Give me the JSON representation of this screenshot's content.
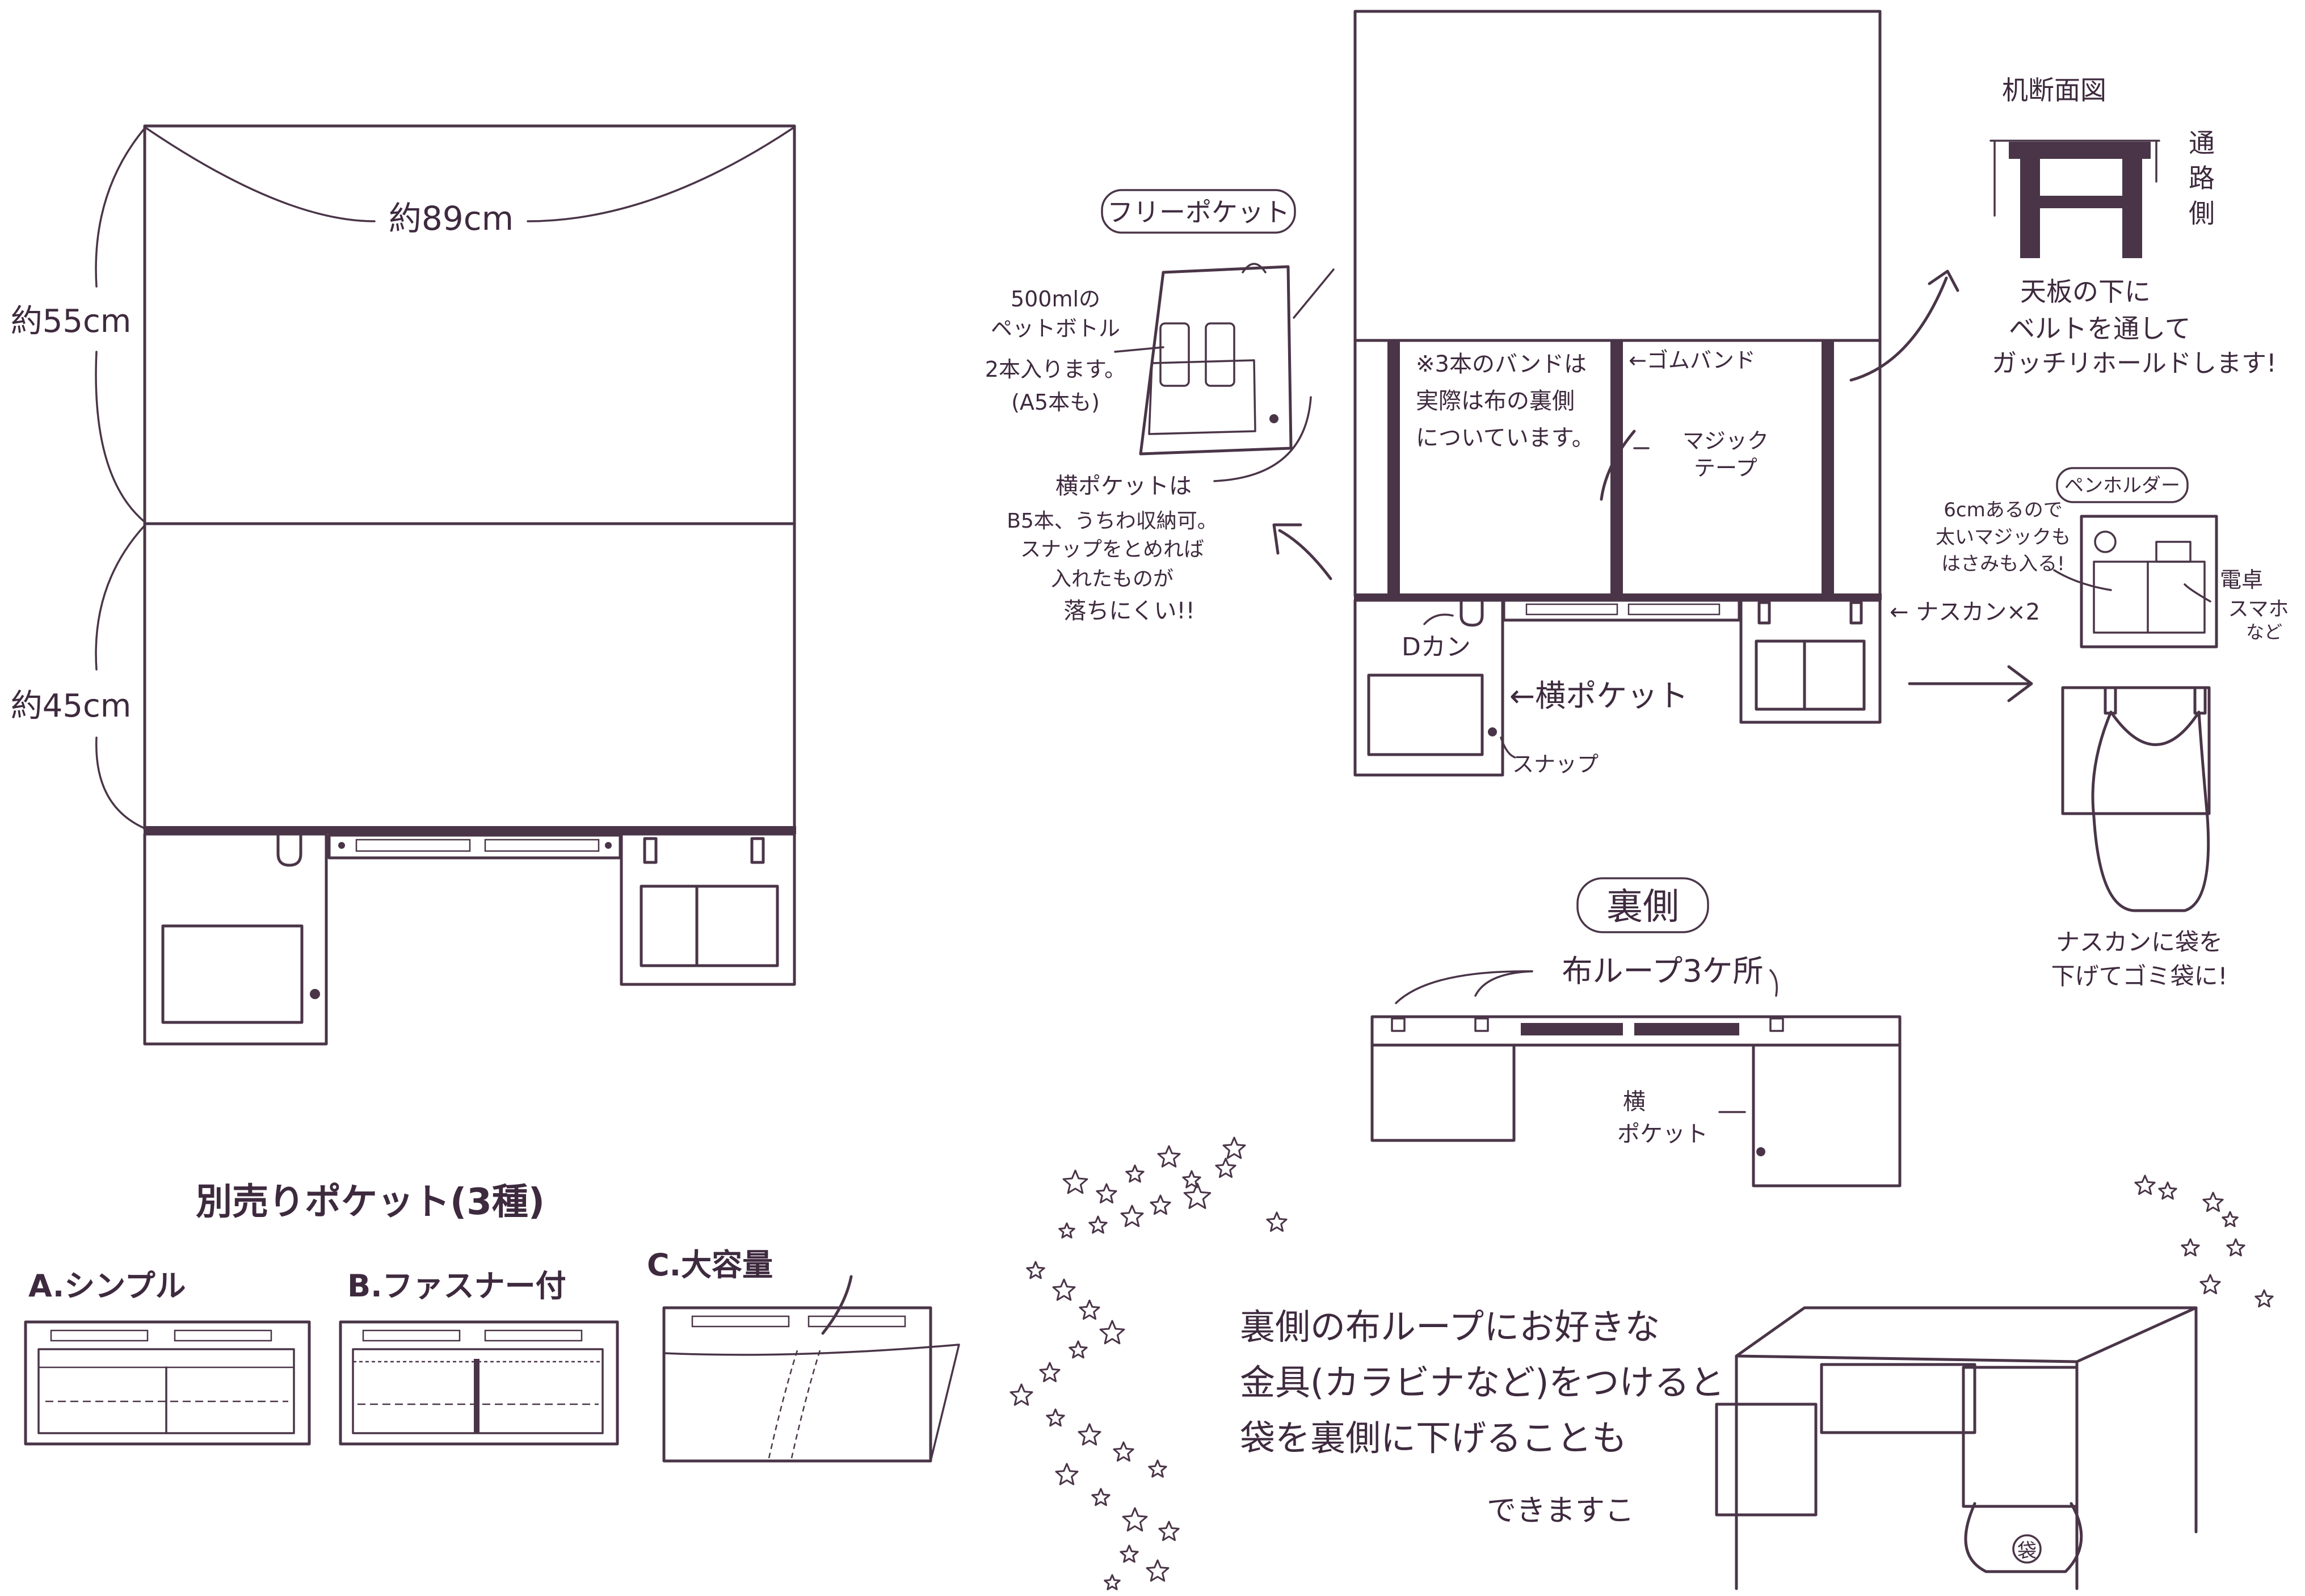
{
  "main_view": {
    "width_label": "約89cm",
    "upper_height_label": "約55cm",
    "lower_height_label": "約45cm"
  },
  "top_view": {
    "band_note": [
      "※3本のバンドは",
      "実際は布の裏側",
      "についています。"
    ],
    "rubber_band_label": "←ゴムバンド",
    "magic_tape_label": [
      "マジック",
      "テープ"
    ],
    "d_ring_label": "Dカン",
    "side_pocket_label": "←横ポケット",
    "snap_label": "スナップ",
    "hook_label": "← ナスカン×2"
  },
  "free_pocket": {
    "title": "フリーポケット",
    "bottle_note": [
      "500mlの",
      "ペットボトル",
      "2本入ります。",
      "(A5本も)"
    ],
    "side_pocket_note": [
      "横ポケットは",
      "B5本、うちわ収納可。",
      "スナップをとめれば",
      "入れたものが",
      "落ちにくい!!"
    ]
  },
  "desk_section": {
    "title": "机断面図",
    "aisle_label": [
      "通",
      "路",
      "側"
    ],
    "note": [
      "天板の下に",
      "ベルトを通して",
      "ガッチリホールドします!"
    ]
  },
  "pen_holder": {
    "title": "ペンホルダー",
    "note": [
      "6cmあるので",
      "太いマジックも",
      "はさみも入る!"
    ],
    "phone_note": [
      "電卓",
      "スマホ",
      "など"
    ]
  },
  "garbage": {
    "note": [
      "ナスカンに袋を",
      "下げてゴミ袋に!"
    ],
    "bag_label": "袋"
  },
  "back_side": {
    "title": "裏側",
    "loop_label": "布ループ3ケ所",
    "side_pocket_label": [
      "横",
      "ポケット"
    ]
  },
  "separate_pockets": {
    "title": "別売りポケット(3種)",
    "a_label": "A.シンプル",
    "b_label": "B.ファスナー付",
    "c_label": "C.大容量"
  },
  "bottom_note": {
    "lines": [
      "裏側の布ループにお好きな",
      "金具(カラビナなど)をつけると",
      "袋を裏側に下げることも",
      "できますこ"
    ]
  }
}
